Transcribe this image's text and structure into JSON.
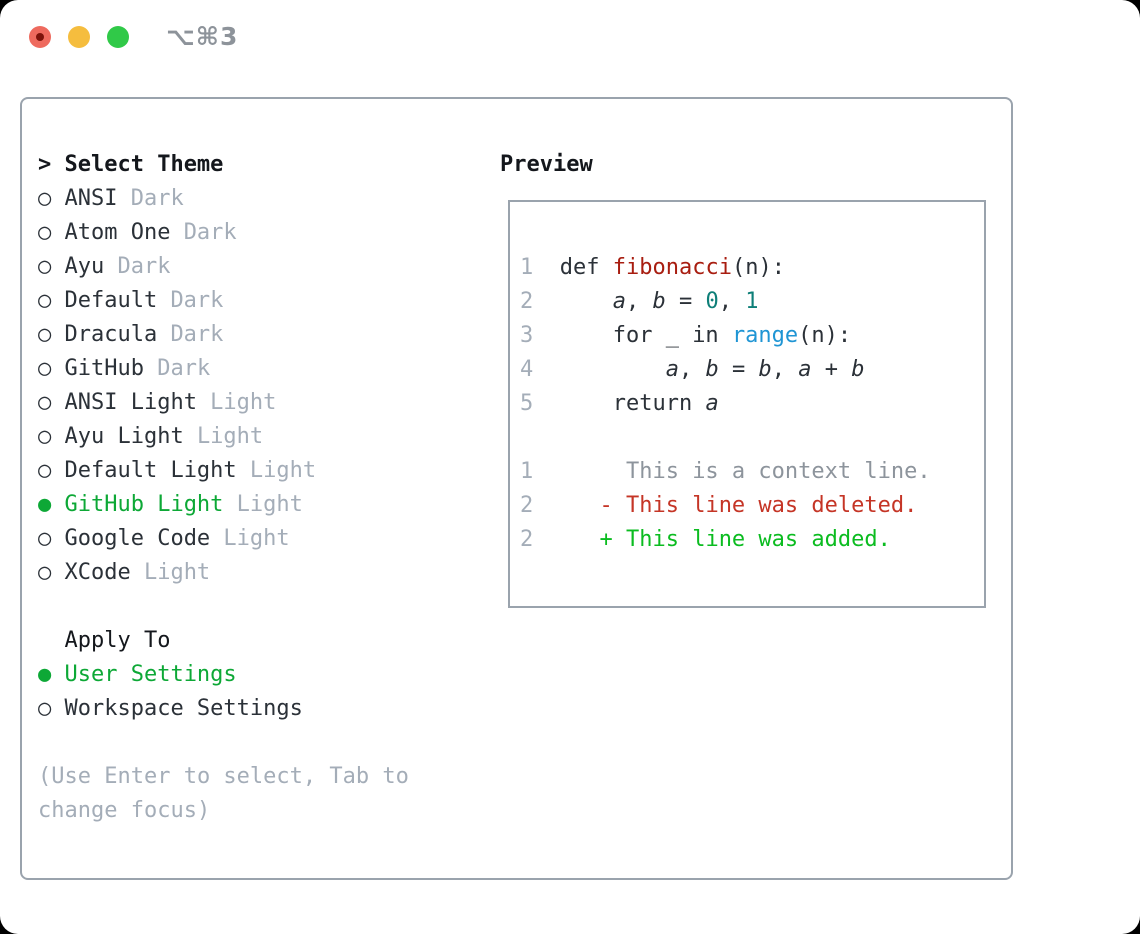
{
  "window": {
    "shortcut_label": "⌥⌘3"
  },
  "colors": {
    "accent_green": "#0da836",
    "traffic_red": "#ee6a5e",
    "traffic_red_dot": "#7c130b",
    "traffic_yellow": "#f5bd3e",
    "traffic_green": "#30c948",
    "panel_border": "#9aa3ad",
    "text_dark": "#2b3138",
    "text_header": "#14171c",
    "text_muted": "#a4adb8",
    "titlebar_text": "#8d939a",
    "code_func": "#a81d10",
    "code_number": "#0e7f78",
    "code_builtin": "#1f95d4",
    "diff_context": "#8d949c",
    "diff_deleted": "#c53526",
    "diff_added": "#0bbc20",
    "line_number": "#a4adb8"
  },
  "markers": {
    "prompt": ">",
    "selected": "●",
    "unselected": "○"
  },
  "theme_list": {
    "header": "Select Theme",
    "items": [
      {
        "name": "ANSI",
        "variant": "Dark",
        "selected": false
      },
      {
        "name": "Atom One",
        "variant": "Dark",
        "selected": false
      },
      {
        "name": "Ayu",
        "variant": "Dark",
        "selected": false
      },
      {
        "name": "Default",
        "variant": "Dark",
        "selected": false
      },
      {
        "name": "Dracula",
        "variant": "Dark",
        "selected": false
      },
      {
        "name": "GitHub",
        "variant": "Dark",
        "selected": false
      },
      {
        "name": "ANSI Light",
        "variant": "Light",
        "selected": false
      },
      {
        "name": "Ayu Light",
        "variant": "Light",
        "selected": false
      },
      {
        "name": "Default Light",
        "variant": "Light",
        "selected": false
      },
      {
        "name": "GitHub Light",
        "variant": "Light",
        "selected": true
      },
      {
        "name": "Google Code",
        "variant": "Light",
        "selected": false
      },
      {
        "name": "XCode",
        "variant": "Light",
        "selected": false
      }
    ]
  },
  "apply_to": {
    "header": "Apply To",
    "options": [
      {
        "label": "User Settings",
        "selected": true
      },
      {
        "label": "Workspace Settings",
        "selected": false
      }
    ]
  },
  "hint_lines": [
    "(Use Enter to select, Tab to",
    "change focus)"
  ],
  "preview": {
    "header": "Preview",
    "code_lines": [
      {
        "num": "1",
        "segments": [
          {
            "text": "  def ",
            "style": "code"
          },
          {
            "text": "fibonacci",
            "style": "func"
          },
          {
            "text": "(n):",
            "style": "code"
          }
        ]
      },
      {
        "num": "2",
        "segments": [
          {
            "text": "      ",
            "style": "code"
          },
          {
            "text": "a",
            "style": "var"
          },
          {
            "text": ", ",
            "style": "code"
          },
          {
            "text": "b",
            "style": "var"
          },
          {
            "text": " = ",
            "style": "code"
          },
          {
            "text": "0",
            "style": "num"
          },
          {
            "text": ", ",
            "style": "code"
          },
          {
            "text": "1",
            "style": "num"
          }
        ]
      },
      {
        "num": "3",
        "segments": [
          {
            "text": "      for _ in ",
            "style": "code"
          },
          {
            "text": "range",
            "style": "builtin"
          },
          {
            "text": "(n):",
            "style": "code"
          }
        ]
      },
      {
        "num": "4",
        "segments": [
          {
            "text": "          ",
            "style": "code"
          },
          {
            "text": "a",
            "style": "var"
          },
          {
            "text": ", ",
            "style": "code"
          },
          {
            "text": "b",
            "style": "var"
          },
          {
            "text": " = ",
            "style": "code"
          },
          {
            "text": "b",
            "style": "var"
          },
          {
            "text": ", ",
            "style": "code"
          },
          {
            "text": "a",
            "style": "var"
          },
          {
            "text": " + ",
            "style": "code"
          },
          {
            "text": "b",
            "style": "var"
          }
        ]
      },
      {
        "num": "5",
        "segments": [
          {
            "text": "      return ",
            "style": "code"
          },
          {
            "text": "a",
            "style": "var"
          }
        ]
      }
    ],
    "diff_lines": [
      {
        "num": "1",
        "segments": [
          {
            "text": "       This is a context line.",
            "style": "context"
          }
        ]
      },
      {
        "num": "2",
        "segments": [
          {
            "text": "     ",
            "style": "code"
          },
          {
            "text": "- This line was deleted.",
            "style": "deleted"
          }
        ]
      },
      {
        "num": "2",
        "segments": [
          {
            "text": "     ",
            "style": "code"
          },
          {
            "text": "+ This line was added.",
            "style": "added"
          }
        ]
      }
    ]
  }
}
